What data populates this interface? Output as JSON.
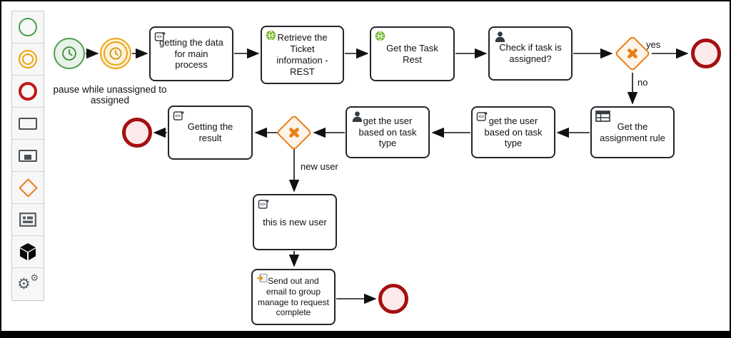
{
  "palette": {
    "items": [
      {
        "name": "start-event",
        "icon": "green-circle-icon"
      },
      {
        "name": "intermediate-event",
        "icon": "orange-double-circle-icon"
      },
      {
        "name": "end-event",
        "icon": "red-circle-icon"
      },
      {
        "name": "task",
        "icon": "rectangle-icon"
      },
      {
        "name": "subprocess",
        "icon": "subprocess-rectangle-icon"
      },
      {
        "name": "gateway",
        "icon": "orange-diamond-icon"
      },
      {
        "name": "business-rule-task",
        "icon": "table-icon"
      },
      {
        "name": "data-object",
        "icon": "cube-icon"
      },
      {
        "name": "service-task",
        "icon": "gears-icon"
      }
    ]
  },
  "diagram": {
    "tasks": {
      "getting_data": {
        "label": "getting the data for main process",
        "icon": "script-icon"
      },
      "retrieve_ticket": {
        "label": "Retrieve the Ticket information -REST",
        "icon": "globe-icon"
      },
      "get_task_rest": {
        "label": "Get the Task Rest",
        "icon": "globe-icon"
      },
      "check_assigned": {
        "label": "Check if task is assigned?",
        "icon": "user-icon"
      },
      "assignment_rule": {
        "label": "Get the assignment rule",
        "icon": "table-icon"
      },
      "get_user_script": {
        "label": "get the user based on task type",
        "icon": "script-icon"
      },
      "get_user_task": {
        "label": "get the user based on task type",
        "icon": "user-icon"
      },
      "getting_result": {
        "label": "Getting the result",
        "icon": "script-icon"
      },
      "new_user_task": {
        "label": "this is new user",
        "icon": "script-icon"
      },
      "send_email": {
        "label": "Send out and email to group manage to request complete",
        "icon": "send-icon"
      }
    },
    "labels": {
      "pause_note": "pause while unassigned to assigned",
      "yes": "yes",
      "no": "no",
      "new_user": "new user"
    },
    "events": {
      "timer_start": "timer-start-event",
      "timer_intermediate": "timer-intermediate-event",
      "end_top_right": "end-event",
      "end_left": "end-event",
      "end_bottom": "end-event"
    }
  },
  "colors": {
    "start_event_stroke": "#4d9e4d",
    "start_event_fill": "#e9f3e9",
    "intermediate_event_stroke": "#eda414",
    "intermediate_event_fill": "#fdf3da",
    "end_event_stroke": "#a50f0f",
    "end_event_fill": "#fbeaea",
    "gateway_stroke": "#eb7d14",
    "gateway_fill": "#fdf4eb",
    "task_stroke": "#24262b",
    "connection": "#111111",
    "globe_green": "#71b52b"
  }
}
